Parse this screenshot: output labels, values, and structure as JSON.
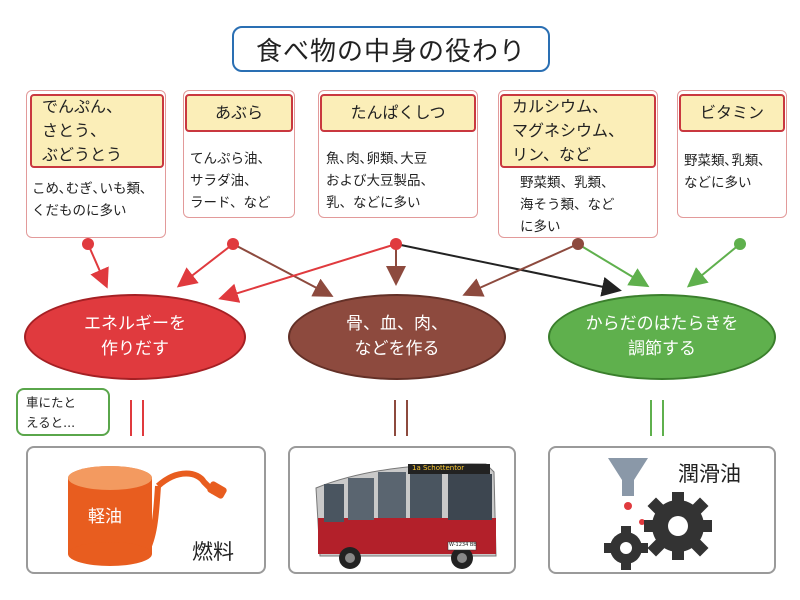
{
  "title": "食べ物の中身の役わり",
  "nutrients": [
    {
      "header": "でんぷん、\nさとう、\nぶどうとう",
      "desc": "こめ､むぎ､いも類､\nくだものに多い"
    },
    {
      "header": "あぶら",
      "desc": "てんぷら油、\nサラダ油、\nラード、など"
    },
    {
      "header": "たんぱくしつ",
      "desc": "魚､肉､卵類､大豆\nおよび大豆製品、\n乳、などに多い"
    },
    {
      "header": "カルシウム、\nマグネシウム、\nリン、など",
      "desc": "野菜類、乳類、\n海そう類、など\nに多い"
    },
    {
      "header": "ビタミン",
      "desc": "野菜類､乳類､\nなどに多い"
    }
  ],
  "functions": [
    {
      "label": "エネルギーを\n作りだす",
      "color": "#e03a3e"
    },
    {
      "label": "骨、血、肉、\nなどを作る",
      "color": "#8d4a3e"
    },
    {
      "label": "からだのはたらきを\n調節する",
      "color": "#5fb04d"
    }
  ],
  "callout": "車にたと\nえると...",
  "analogies": [
    {
      "tank_label": "軽油",
      "caption": "燃料",
      "icon": "fuel-tank-icon"
    },
    {
      "bus_sign": "1a Schottentor",
      "bus_plate": "W-1234 BB",
      "icon": "bus-icon"
    },
    {
      "caption": "潤滑油",
      "icon": "gears-oil-icon"
    }
  ],
  "colors": {
    "red": "#e03a3e",
    "brown": "#8d4a3e",
    "green": "#5fb04d",
    "dark": "#222222",
    "title_border": "#2a6fb3"
  }
}
